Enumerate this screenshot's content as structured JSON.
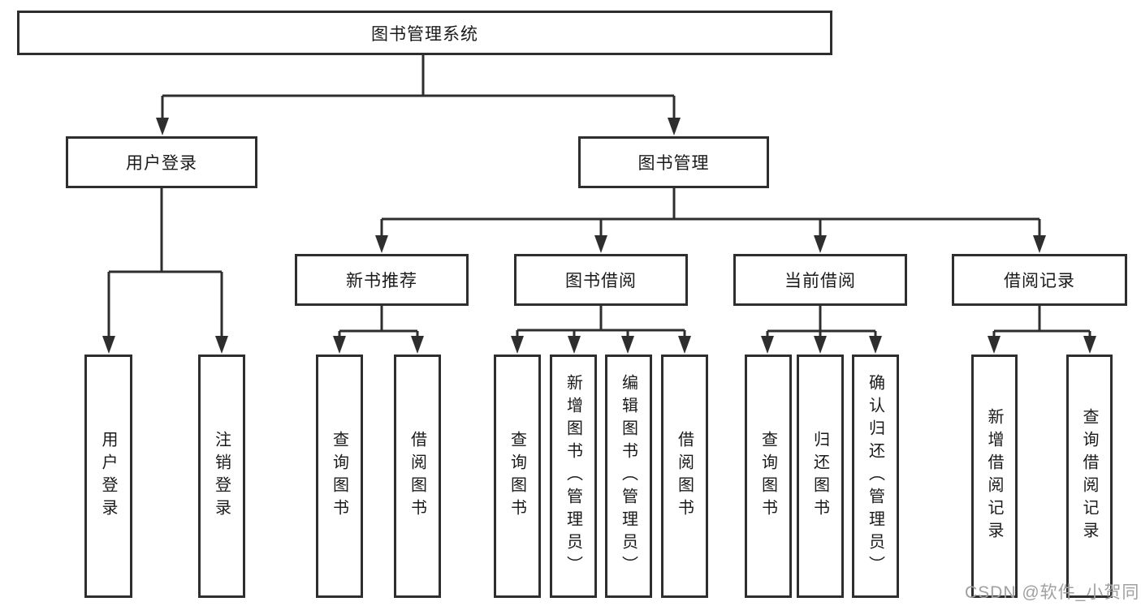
{
  "diagram": {
    "root": "图书管理系统",
    "level2": {
      "user_login": "用户登录",
      "book_mgmt": "图书管理"
    },
    "level3": {
      "new_books": "新书推荐",
      "book_borrow": "图书借阅",
      "current_borrow": "当前借阅",
      "borrow_records": "借阅记录"
    },
    "leaves": {
      "user_login": [
        "用户登录",
        "注销登录"
      ],
      "new_books": [
        "查询图书",
        "借阅图书"
      ],
      "book_borrow": [
        "查询图书",
        "新增图书（管理员）",
        "编辑图书（管理员）",
        "借阅图书"
      ],
      "current_borrow": [
        "查询图书",
        "归还图书",
        "确认归还（管理员）"
      ],
      "borrow_records": [
        "新增借阅记录",
        "查询借阅记录"
      ]
    }
  },
  "watermark": "CSDN @软件_小贺同学",
  "colors": {
    "line": "#2e2e2e",
    "text": "#1a1a1a",
    "watermark": "#a0a0a0",
    "background": "#ffffff"
  }
}
